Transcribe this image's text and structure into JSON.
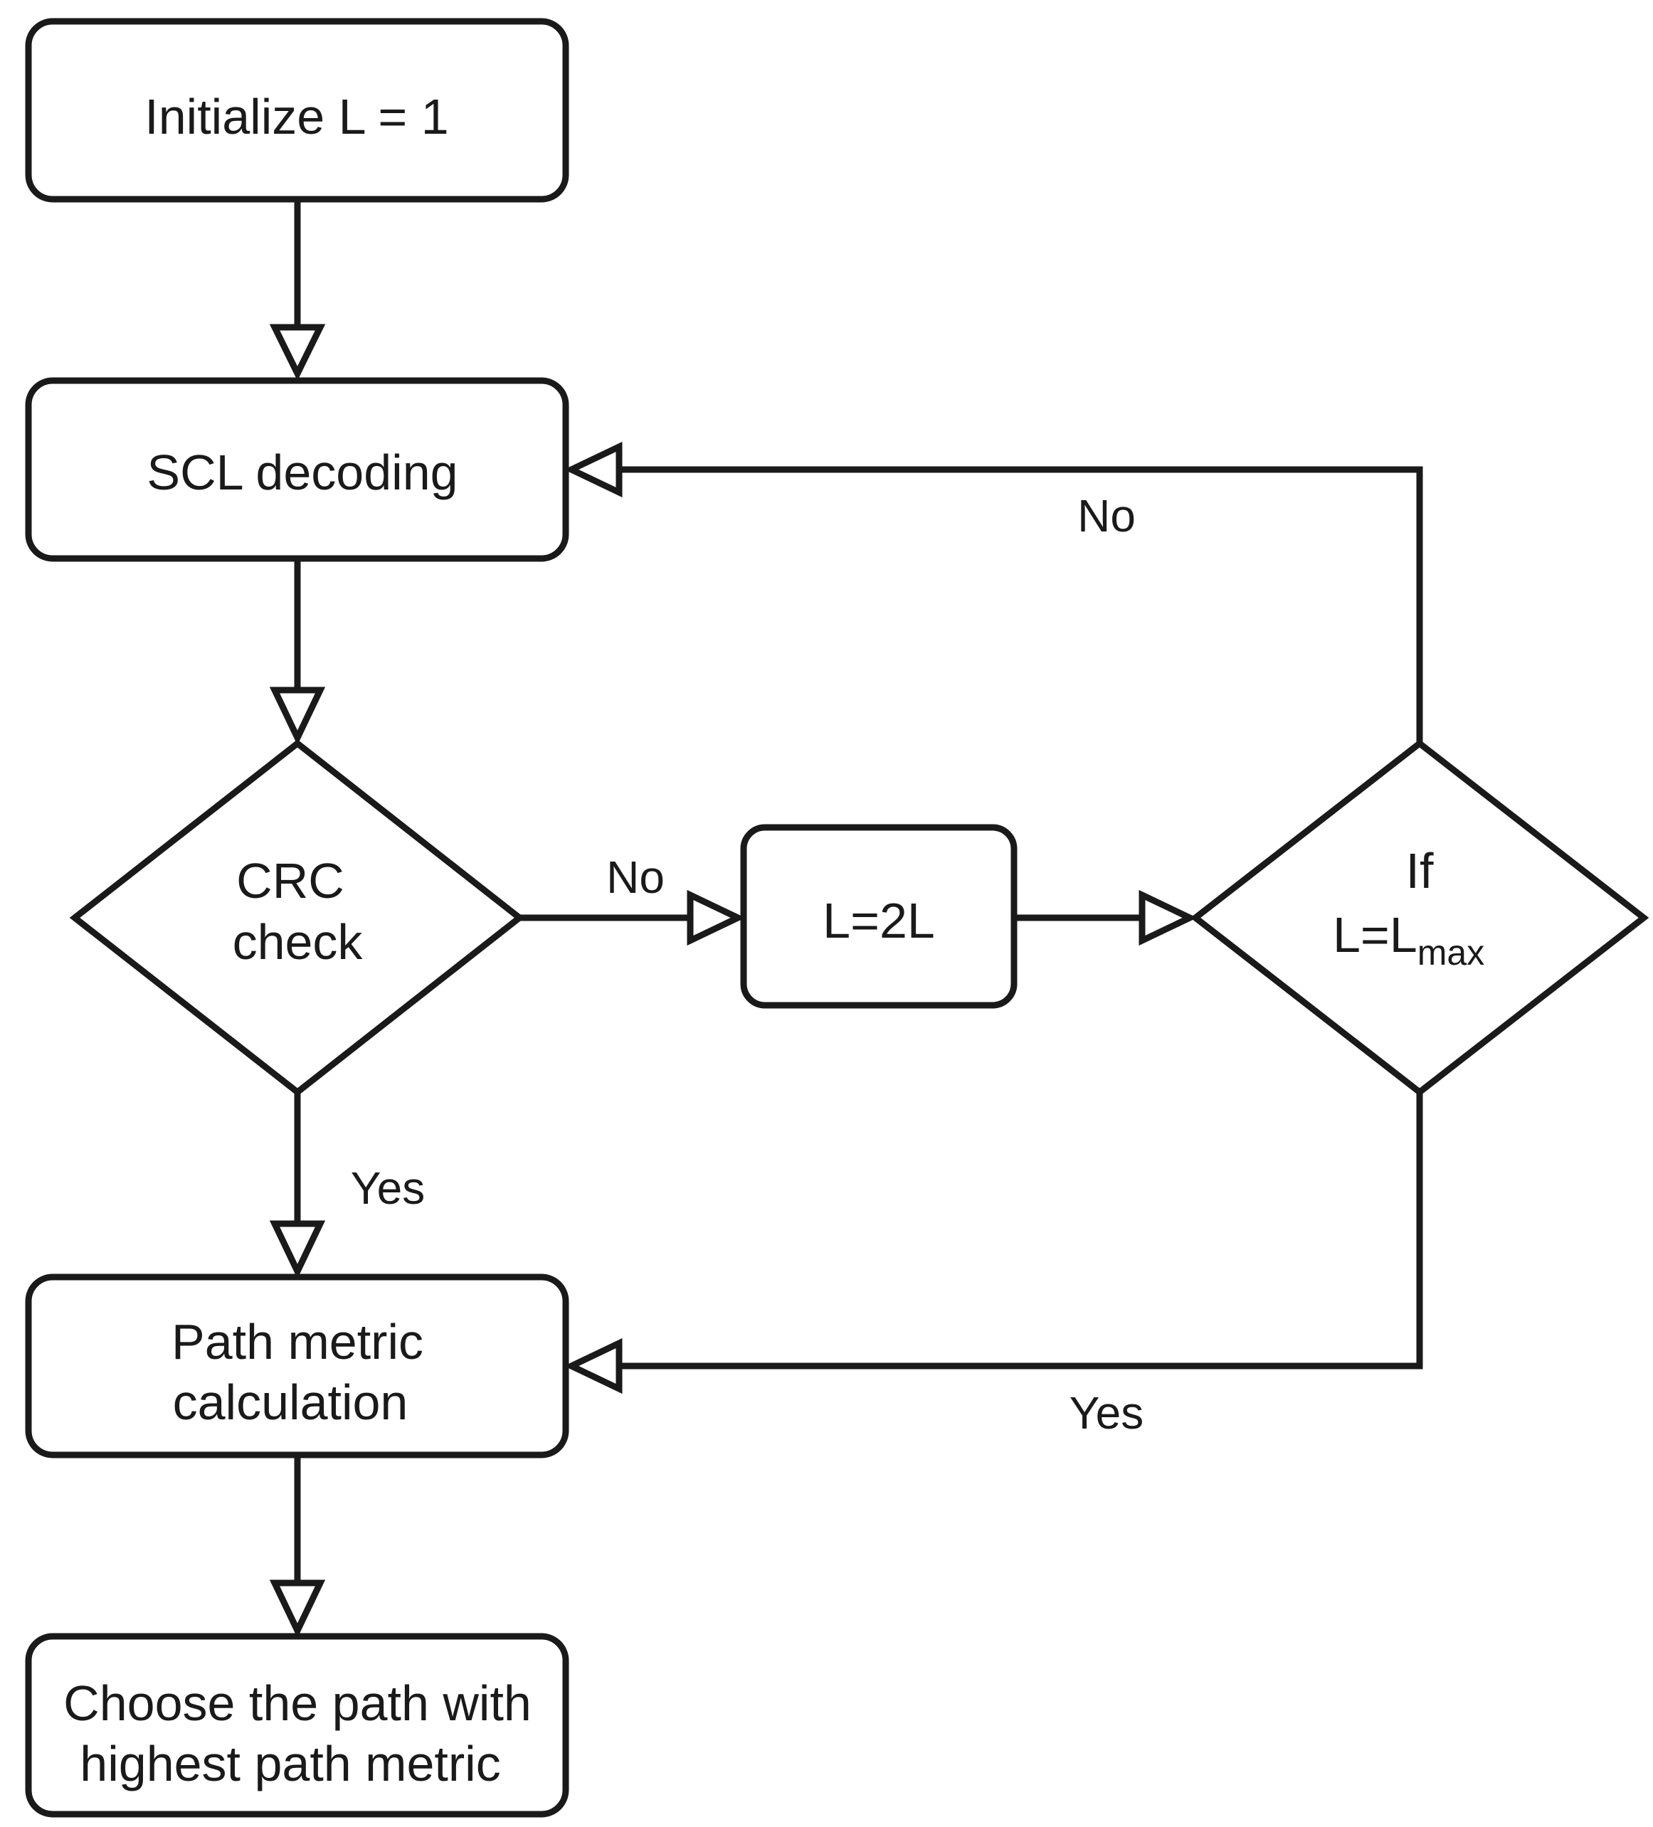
{
  "nodes": {
    "init": {
      "label": "Initialize L = 1"
    },
    "scl": {
      "label": "SCL decoding"
    },
    "crc": {
      "line1": "CRC",
      "line2": "check"
    },
    "double": {
      "label": "L=2L"
    },
    "lmax": {
      "line1": "If",
      "line2_main": "L=L",
      "line2_sub": "max"
    },
    "metric": {
      "line1": "Path metric",
      "line2": "calculation"
    },
    "choose": {
      "line1": "Choose the path with",
      "line2": "highest path metric"
    }
  },
  "edges": {
    "crc_no": "No",
    "crc_yes": "Yes",
    "lmax_no": "No",
    "lmax_yes": "Yes"
  }
}
